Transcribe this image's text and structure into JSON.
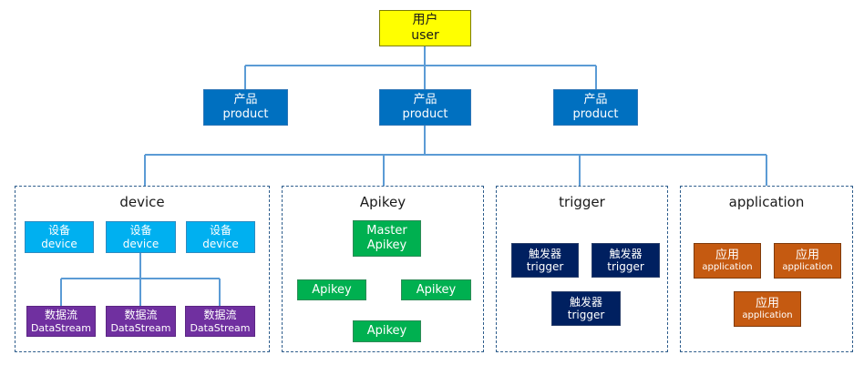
{
  "user": {
    "cn": "用户",
    "en": "user"
  },
  "products": [
    {
      "cn": "产品",
      "en": "product"
    },
    {
      "cn": "产品",
      "en": "product"
    },
    {
      "cn": "产品",
      "en": "product"
    }
  ],
  "groups": {
    "device": {
      "title": "device",
      "devices": [
        {
          "cn": "设备",
          "en": "device"
        },
        {
          "cn": "设备",
          "en": "device"
        },
        {
          "cn": "设备",
          "en": "device"
        }
      ],
      "streams": [
        {
          "cn": "数据流",
          "en": "DataStream"
        },
        {
          "cn": "数据流",
          "en": "DataStream"
        },
        {
          "cn": "数据流",
          "en": "DataStream"
        }
      ]
    },
    "apikey": {
      "title": "Apikey",
      "master": {
        "line1": "Master",
        "line2": "Apikey"
      },
      "keys": [
        "Apikey",
        "Apikey",
        "Apikey"
      ]
    },
    "trigger": {
      "title": "trigger",
      "items": [
        {
          "cn": "触发器",
          "en": "trigger"
        },
        {
          "cn": "触发器",
          "en": "trigger"
        },
        {
          "cn": "触发器",
          "en": "trigger"
        }
      ]
    },
    "application": {
      "title": "application",
      "items": [
        {
          "cn": "应用",
          "en": "application"
        },
        {
          "cn": "应用",
          "en": "application"
        },
        {
          "cn": "应用",
          "en": "application"
        }
      ]
    }
  },
  "colors": {
    "user": "#ffff00",
    "product": "#0070c0",
    "device": "#00b0f0",
    "datastream": "#7030a0",
    "apikey": "#00b050",
    "trigger": "#002060",
    "application": "#c55a11",
    "connector": "#5b9bd5"
  }
}
